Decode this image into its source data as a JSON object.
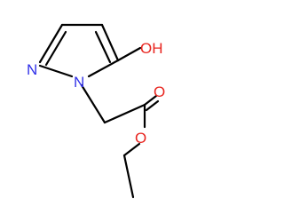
{
  "colors": {
    "bond": "#000000",
    "nitrogen": "#2F2FE8",
    "oxygen": "#E8251F",
    "background": "#FFFFFF"
  },
  "atoms": {
    "n_ring_double": "N",
    "n_ring_substituted": "N",
    "hydroxyl": "OH",
    "carbonyl_o": "O",
    "ester_o": "O"
  }
}
